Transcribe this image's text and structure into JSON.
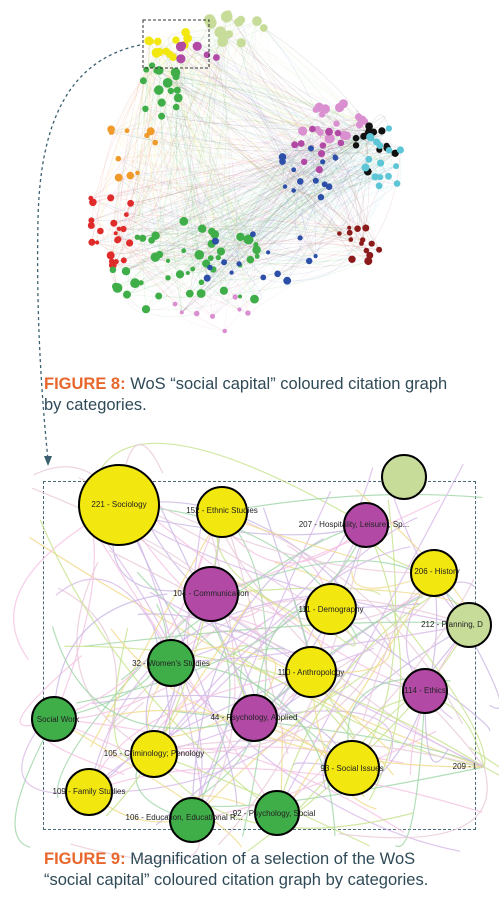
{
  "figure8": {
    "label": "FIGURE 8:",
    "caption": "WoS “social capital” coloured citation graph by categories."
  },
  "figure9": {
    "label": "FIGURE 9:",
    "caption": "Magnification of a selection of the WoS “social capital” coloured citation graph by categories.",
    "nodes": [
      {
        "label": "221 - Sociology",
        "color": "#f2e70f"
      },
      {
        "label": "152 - Ethnic Studies",
        "color": "#f2e70f"
      },
      {
        "label": "207 - Hospitality, Leisure , Sp...",
        "color": "#b24aa5"
      },
      {
        "label": "206 - History",
        "color": "#f2e70f"
      },
      {
        "label": "104 - Communication",
        "color": "#b24aa5"
      },
      {
        "label": "111 - Demography",
        "color": "#f2e70f"
      },
      {
        "label": "212 - Planning, D",
        "color": "#c8dc9a"
      },
      {
        "label": "32 - Women's Studies",
        "color": "#3fae49"
      },
      {
        "label": "110 - Anthropology",
        "color": "#f2e70f"
      },
      {
        "label": "114 - Ethics",
        "color": "#b24aa5"
      },
      {
        "label": "44 - Psychology, Applied",
        "color": "#b24aa5"
      },
      {
        "label": "Social Work",
        "color": "#3fae49"
      },
      {
        "label": "105 - Criminology; Penology",
        "color": "#f2e70f"
      },
      {
        "label": "93 - Social Issues",
        "color": "#f2e70f"
      },
      {
        "label": "209 - I",
        "color": "#cccccc"
      },
      {
        "label": "109 - Family Studies",
        "color": "#f2e70f"
      },
      {
        "label": "106 - Education, Educational R...",
        "color": "#3fae49"
      },
      {
        "label": "92 - Psychology, Social",
        "color": "#3fae49"
      }
    ]
  },
  "colors": {
    "caption_label": "#e8672c",
    "caption_text": "#2f4a57",
    "sociology_yellow": "#f2e70f",
    "magenta": "#b24aa5",
    "green": "#3fae49",
    "light_green": "#c8dc9a",
    "red": "#e02b2b",
    "blue": "#2c4fa8",
    "cyan": "#5cc6d6",
    "pink": "#d98fd0",
    "orange": "#f09a2a",
    "dark_red": "#8b1a1a",
    "black": "#111111"
  }
}
